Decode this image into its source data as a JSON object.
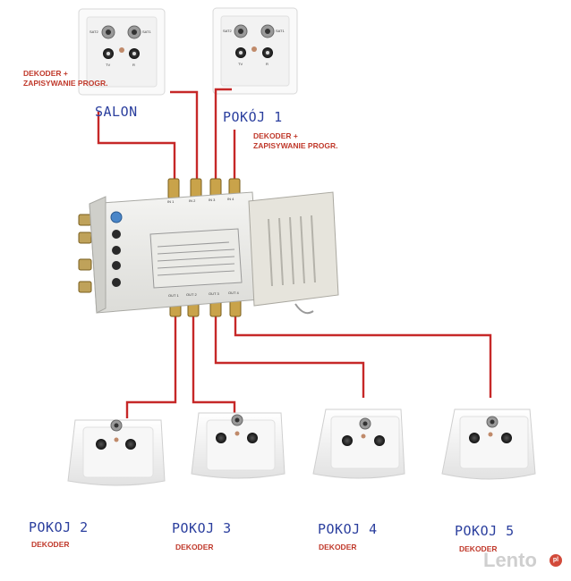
{
  "top_outlets": [
    {
      "port_labels": [
        "SAT2",
        "SAT1",
        "TV",
        "R"
      ]
    },
    {
      "port_labels": [
        "SAT2",
        "SAT1",
        "TV",
        "R"
      ]
    }
  ],
  "labels": {
    "salon_note": "DEKODER +\nZAPISYWANIE PROGR.",
    "salon": "SALON",
    "pokoj1": "POKÓJ 1",
    "pokoj1_note": "DEKODER +\nZAPISYWANIE PROGR.",
    "pokoj2": "POKOJ 2",
    "pokoj3": "POKOJ 3",
    "pokoj4": "POKOJ 4",
    "pokoj5": "POKOJ 5",
    "dekoder2": "DEKODER",
    "dekoder3": "DEKODER",
    "dekoder4": "DEKODER",
    "dekoder5": "DEKODER"
  },
  "multiswitch": {
    "inputs": [
      "IN 1",
      "IN 2",
      "IN 3",
      "IN 4"
    ],
    "outputs": [
      "OUT 1",
      "OUT 2",
      "OUT 3",
      "OUT 4"
    ]
  },
  "watermark": {
    "brand": "Lento",
    "suffix": "pl"
  },
  "colors": {
    "cable": "#c62828",
    "room_label": "#2b3f9e",
    "note": "#c0392b"
  }
}
